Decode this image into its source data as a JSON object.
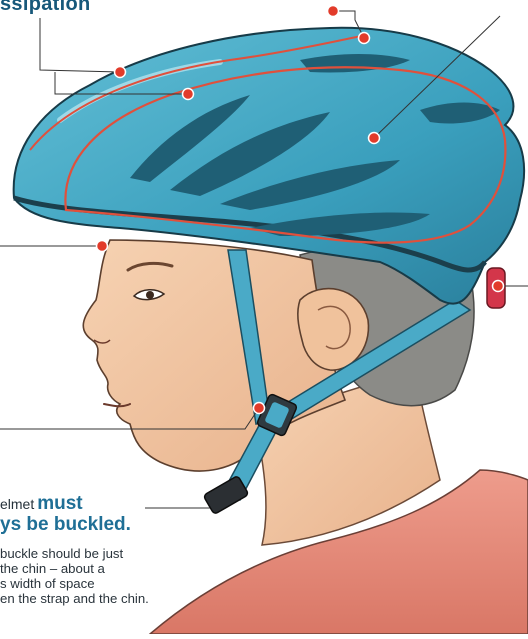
{
  "heading": "ssipation",
  "buckle_note": {
    "line1_plain": "elmet",
    "line1_emphasis": "must",
    "line2": "ys be buckled.",
    "body": [
      "buckle should be just",
      "the chin – about a",
      "s width of space",
      "en the strap and the chin."
    ]
  },
  "colors": {
    "helmet_blue": "#3ea8c4",
    "helmet_dark": "#1f6f8c",
    "outline_red": "#e0503c",
    "marker_red": "#e23b2a",
    "skin": "#f3c9a4",
    "hair": "#8a8a86",
    "shirt": "#e88f7f",
    "heading_blue": "#17587a"
  },
  "icons": [
    "callout-marker-icon",
    "side-release-buckle-icon",
    "strap-slider-icon",
    "rear-adjuster-icon"
  ]
}
